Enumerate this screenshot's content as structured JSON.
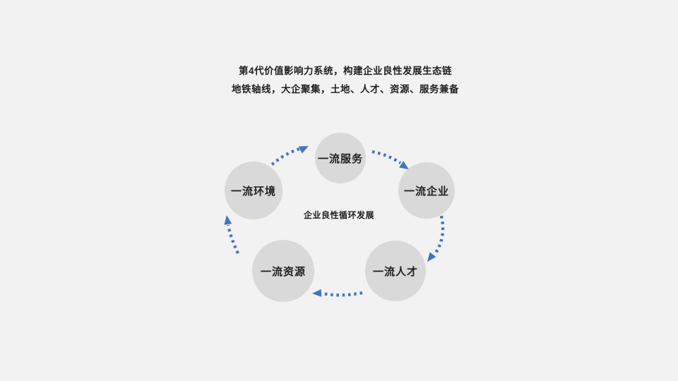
{
  "slide": {
    "title": {
      "line1": "第4代价值影响力系统，构建企业良性发展生态链",
      "line2": "地铁轴线，大企聚集，土地、人才、资源、服务兼备"
    },
    "diagram": {
      "center_label": "企业良性循环发展",
      "nodes": [
        {
          "id": "service",
          "label": "一流服务"
        },
        {
          "id": "enterprise",
          "label": "一流企业"
        },
        {
          "id": "talent",
          "label": "一流人才"
        },
        {
          "id": "resource",
          "label": "一流资源"
        },
        {
          "id": "environment",
          "label": "一流环境"
        }
      ],
      "arrows": [
        {
          "from": "一流环境",
          "to": "一流服务"
        },
        {
          "from": "一流服务",
          "to": "一流企业"
        },
        {
          "from": "一流企业",
          "to": "一流人才"
        },
        {
          "from": "一流人才",
          "to": "一流资源"
        },
        {
          "from": "一流资源",
          "to": "一流环境"
        }
      ],
      "colors": {
        "background": "#f2f2f2",
        "circle_fill": "#d9d9d9",
        "arrow": "#4472c4",
        "text": "#1f1f1f"
      }
    }
  }
}
